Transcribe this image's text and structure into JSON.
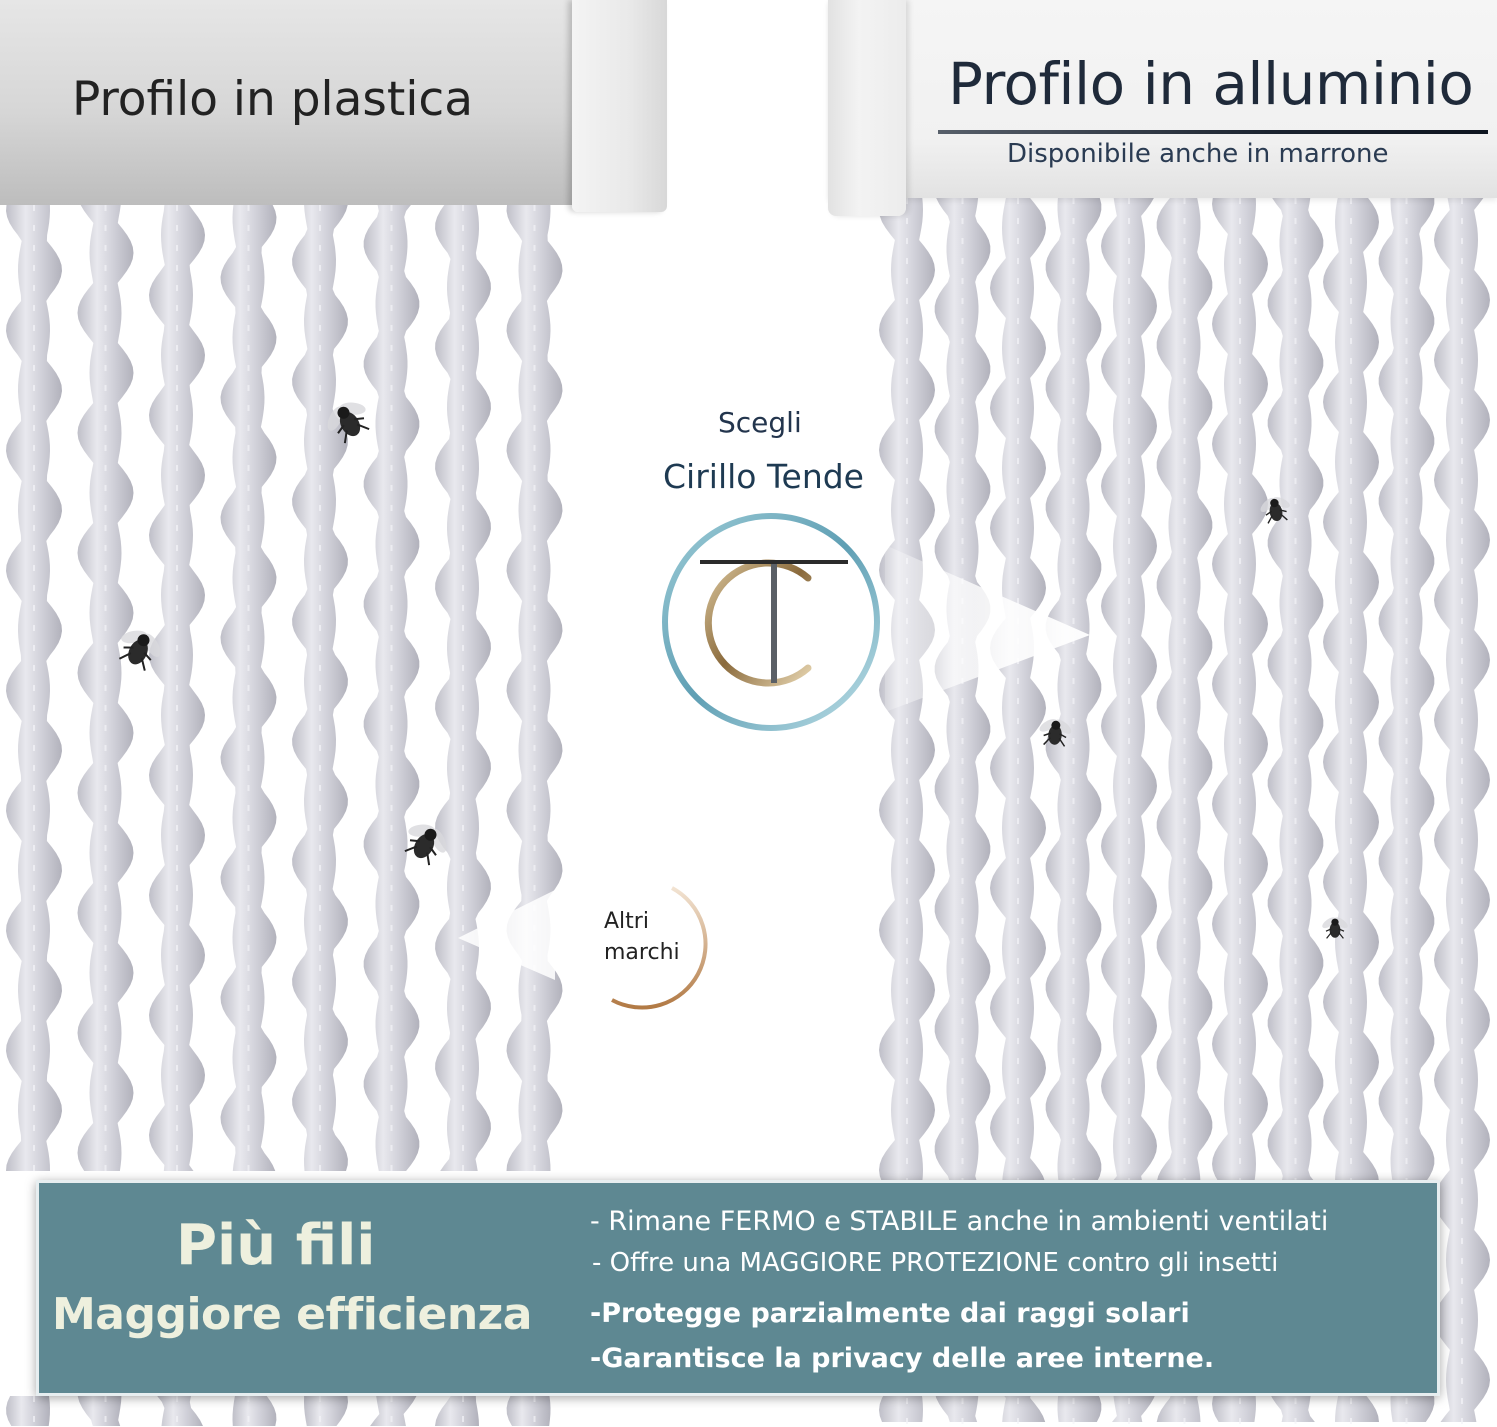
{
  "left_panel": {
    "title": "Profilo in plastica"
  },
  "right_panel": {
    "title": "Profilo in alluminio",
    "subtitle": "Disponibile anche in marrone"
  },
  "center": {
    "intro": "Scegli",
    "brand_name": "Cirillo Tende",
    "logo_letters": "CT",
    "others_label_line1": "Altri",
    "others_label_line2": "marchi"
  },
  "info_panel": {
    "headline": "Più fili",
    "subheadline": "Maggiore efficienza",
    "bullets": [
      "- Rimane FERMO e STABILE anche in ambienti ventilati",
      "- Offre una MAGGIORE PROTEZIONE contro gli insetti",
      "-Protegge parzialmente dai raggi solari",
      "-Garantisce la privacy delle aree interne."
    ]
  },
  "colors": {
    "panel_background": "#5e8892",
    "headline_text": "#eef0de",
    "strand_gray": "#c4c4cc",
    "ring_blue": "#7fb3c4",
    "ring_bronze": "#c79a6a"
  },
  "strand_counts": {
    "left_group": 8,
    "right_group": 11
  },
  "icons": [
    "fly-icon",
    "arrow-right-icon",
    "arrow-left-icon",
    "ct-logo-icon"
  ]
}
